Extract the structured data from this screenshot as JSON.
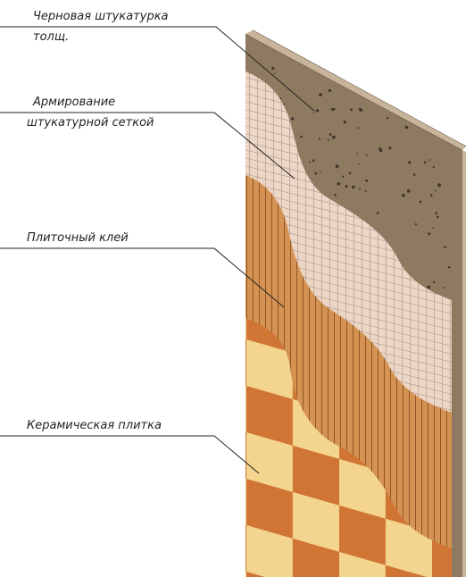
{
  "labels": {
    "rough_plaster_line1": "Черновая штукатурка",
    "rough_plaster_line2": "толщ.",
    "mesh_line1": "Армирование",
    "mesh_line2": "штукатурной сеткой",
    "tile_adhesive": "Плиточный клей",
    "ceramic_tile": "Керамическая плитка"
  },
  "colors": {
    "plaster": "#8e7a61",
    "plaster_dot": "#3f372d",
    "mesh_bg": "#ecd6c6",
    "mesh_line": "#8a7264",
    "adhesive": "#d59353",
    "adhesive_line": "#8a4f1f",
    "tile_light": "#f3d58f",
    "tile_dark": "#d07533",
    "wall_edge": "#c8b49b",
    "leader": "#222222"
  }
}
